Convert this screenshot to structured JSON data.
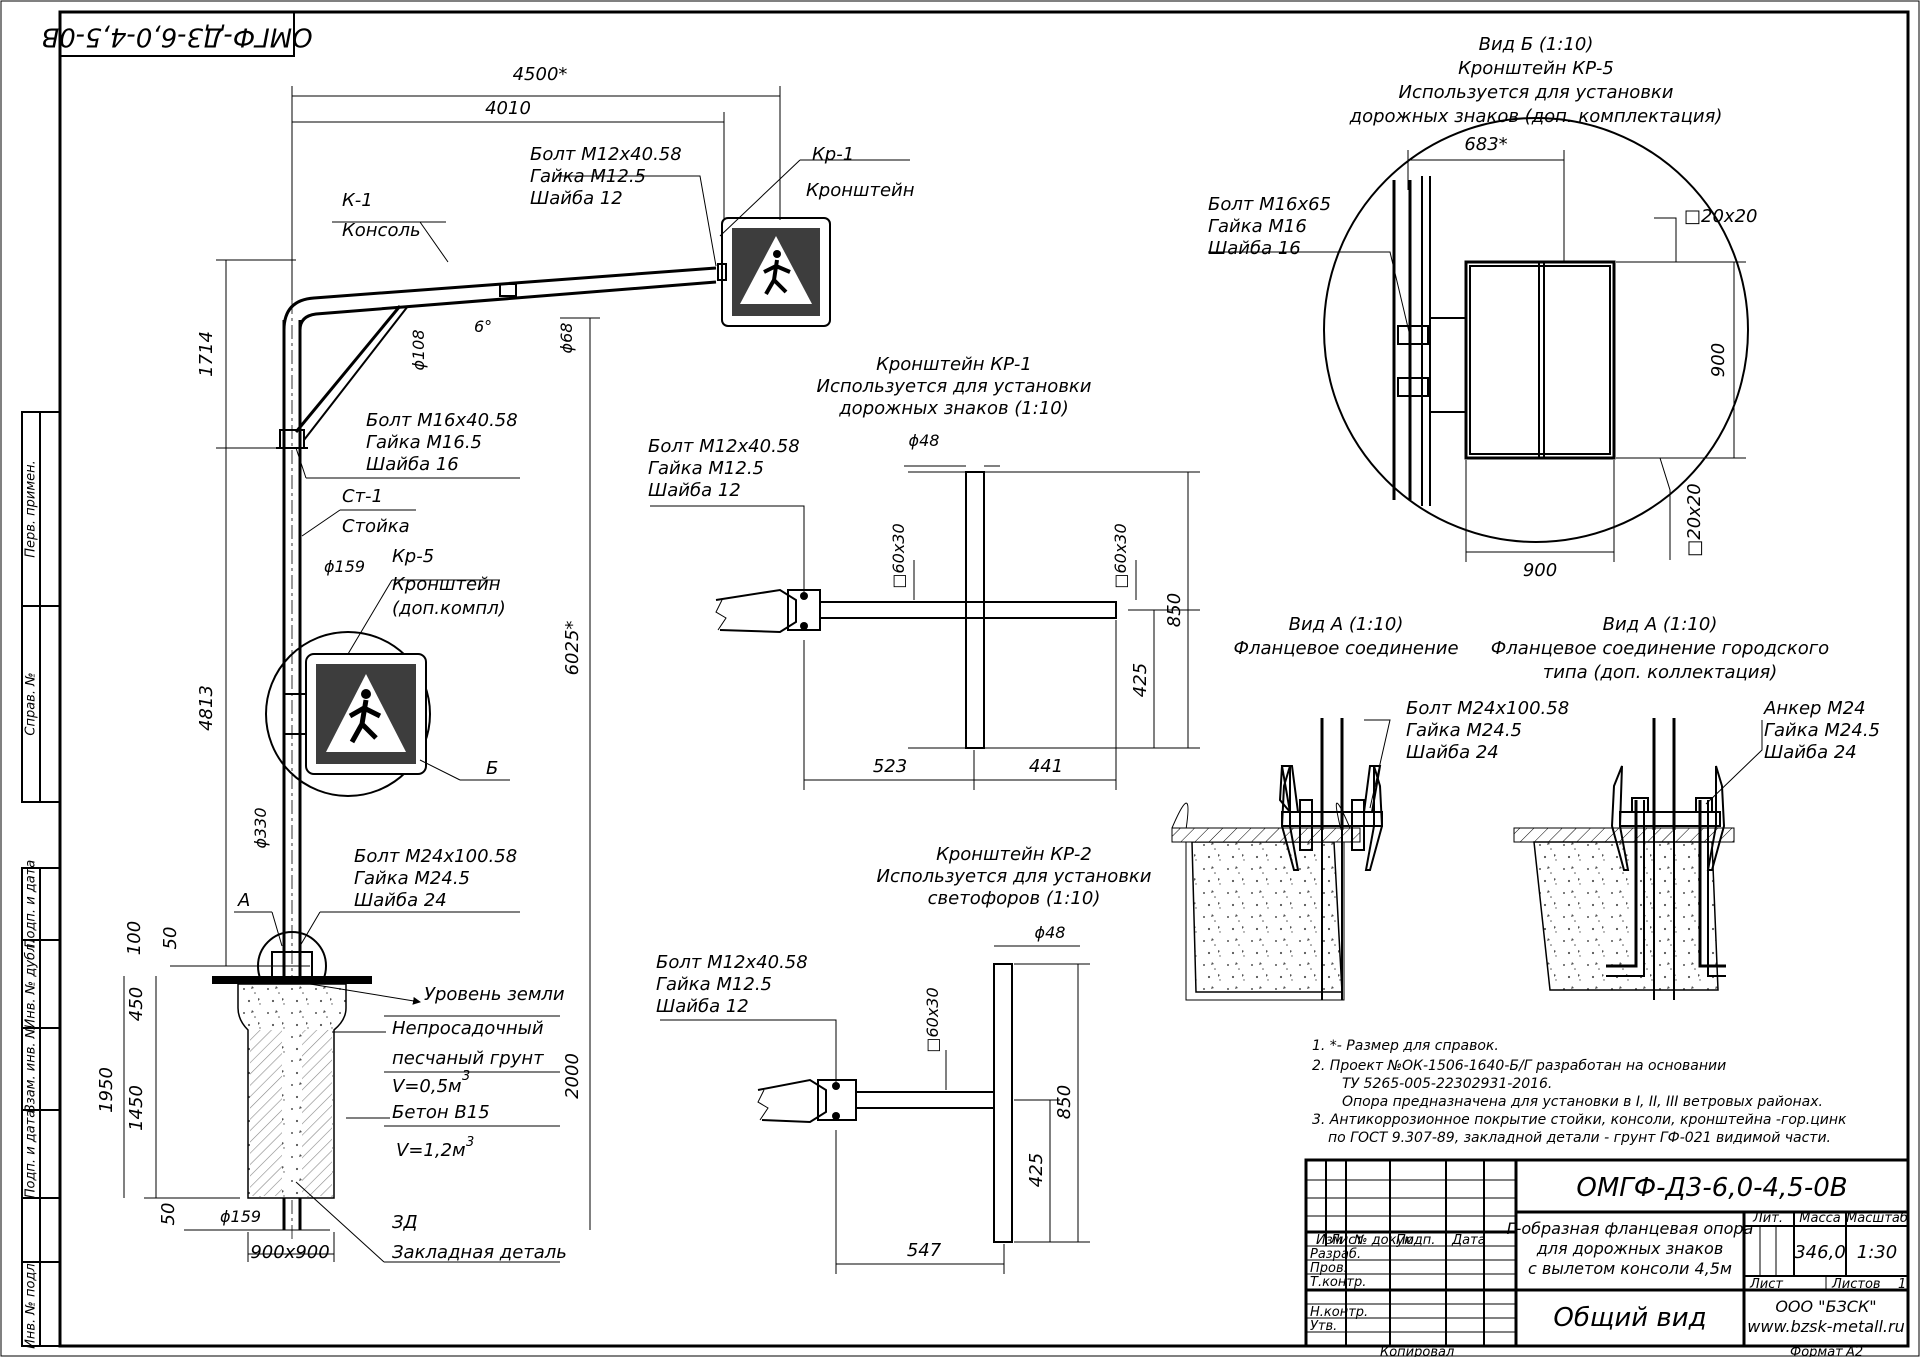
{
  "stamp": {
    "top_code": "ОМГФ-Д3-6,0-4,5-0В",
    "designation": "ОМГФ-Д3-6,0-4,5-0В",
    "title_lines": [
      "Г-образная фланцевая опора",
      "для дорожных знаков",
      "с вылетом консоли 4,5м"
    ],
    "sheet_name": "Общий вид",
    "col_izm": "Изм",
    "col_list": "Лист",
    "col_doc": "№ докум.",
    "col_sign": "Подп.",
    "col_date": "Дата",
    "role_razrab": "Разраб.",
    "role_prov": "Пров.",
    "role_tkontr": "Т.контр.",
    "role_nkontr": "Н.контр.",
    "role_utv": "Утв.",
    "hdr_lit": "Лит.",
    "hdr_mass": "Масса",
    "hdr_scale": "Масштаб",
    "mass": "346,0",
    "scale": "1:30",
    "sheet_label": "Лист",
    "sheets_label": "Листов",
    "sheets_count": "1",
    "company": "ООО \"БЗСК\"",
    "website": "www.bzsk-metall.ru",
    "copied": "Копировал",
    "format_label": "Формат",
    "format": "А2"
  },
  "side_stamp": {
    "perv_primen": "Перв. примен.",
    "sprav_no": "Справ. №",
    "podp_data_1": "Подп. и дата",
    "inv_dubl": "Инв. № дубл.",
    "vzam_inv": "Взам. инв. №",
    "podp_data_2": "Подп. и дата",
    "inv_podl": "Инв. № подл."
  },
  "main_view": {
    "dim_4500": "4500*",
    "dim_4010": "4010",
    "dim_1714": "1714",
    "dim_4813": "4813",
    "dim_6025": "6025*",
    "dim_2000": "2000",
    "dim_100": "100",
    "dim_50_top": "50",
    "dim_450": "450",
    "dim_1450": "1450",
    "dim_1950": "1950",
    "dim_50_bot": "50",
    "d159_top": "ϕ159",
    "d159_bot": "ϕ159",
    "d330": "ϕ330",
    "d108": "ϕ108",
    "d68": "ϕ68",
    "angle": "6°",
    "size_900": "900x900",
    "label_A": "А",
    "label_B": "Б",
    "k1_code": "К-1",
    "k1_name": "Консоль",
    "kr1_code": "Кр-1",
    "kr1_name": "Кронштейн",
    "bolt1": [
      "Болт М12х40.58",
      "Гайка М12.5",
      "Шайба 12"
    ],
    "bolt2": [
      "Болт М16х40.58",
      "Гайка М16.5",
      "Шайба 16"
    ],
    "st1_code": "Ст-1",
    "st1_name": "Стойка",
    "kr5_code": "Кр-5",
    "kr5_name1": "Кронштейн",
    "kr5_name2": "(доп.компл)",
    "bolt3": [
      "Болт М24х100.58",
      "Гайка М24.5",
      "Шайба 24"
    ],
    "ground": "Уровень земли",
    "sand1": "Непросадочный",
    "sand2": "песчаный грунт",
    "sand_v": "V=0,5м",
    "concrete": "Бетон В15",
    "concrete_v": "V=1,2м",
    "cube": "3",
    "zd_code": "ЗД",
    "zd_name": "Закладная деталь"
  },
  "view_b": {
    "title": [
      "Вид Б (1:10)",
      "Кронштейн КР-5",
      "Используется для установки",
      "дорожных знаков (доп. комплектация)"
    ],
    "dim_683": "683*",
    "sq_top": "□20х20",
    "sq_side": "□20х20",
    "dim_900_v": "900",
    "dim_900_h": "900",
    "bolt": [
      "Болт М16х65",
      "Гайка М16",
      "Шайба 16"
    ]
  },
  "kr1": {
    "title": [
      "Кронштейн КР-1",
      "Используется для установки",
      "дорожных знаков (1:10)"
    ],
    "bolt": [
      "Болт М12х40.58",
      "Гайка М12.5",
      "Шайба 12"
    ],
    "d48": "ϕ48",
    "sq1": "□60х30",
    "sq2": "□60х30",
    "dim_850": "850",
    "dim_425": "425",
    "dim_523": "523",
    "dim_441": "441"
  },
  "kr2": {
    "title": [
      "Кронштейн КР-2",
      "Используется для установки",
      "светофоров (1:10)"
    ],
    "bolt": [
      "Болт М12х40.58",
      "Гайка М12.5",
      "Шайба 12"
    ],
    "d48": "ϕ48",
    "sq1": "□60х30",
    "dim_850": "850",
    "dim_425": "425",
    "dim_547": "547"
  },
  "view_a1": {
    "title": [
      "Вид А (1:10)",
      "Фланцевое соединение"
    ],
    "bolt": [
      "Болт М24х100.58",
      "Гайка М24.5",
      "Шайба 24"
    ]
  },
  "view_a2": {
    "title": [
      "Вид А (1:10)",
      "Фланцевое соединение городского",
      "типа (доп. коллектация)"
    ],
    "bolt": [
      "Анкер М24",
      "Гайка М24.5",
      "Шайба 24"
    ]
  },
  "notes": [
    "1. *- Размер для справок.",
    "2. Проект №ОК-1506-1640-Б/Г разработан на основании",
    "ТУ 5265-005-22302931-2016.",
    "Опора предназначена для установки в I, II, III ветровых районах.",
    "3. Антикоррозионное покрытие стойки, консоли, кронштейна -гор.цинк",
    "по ГОСТ 9.307-89, закладной детали - грунт ГФ-021 видимой части."
  ]
}
